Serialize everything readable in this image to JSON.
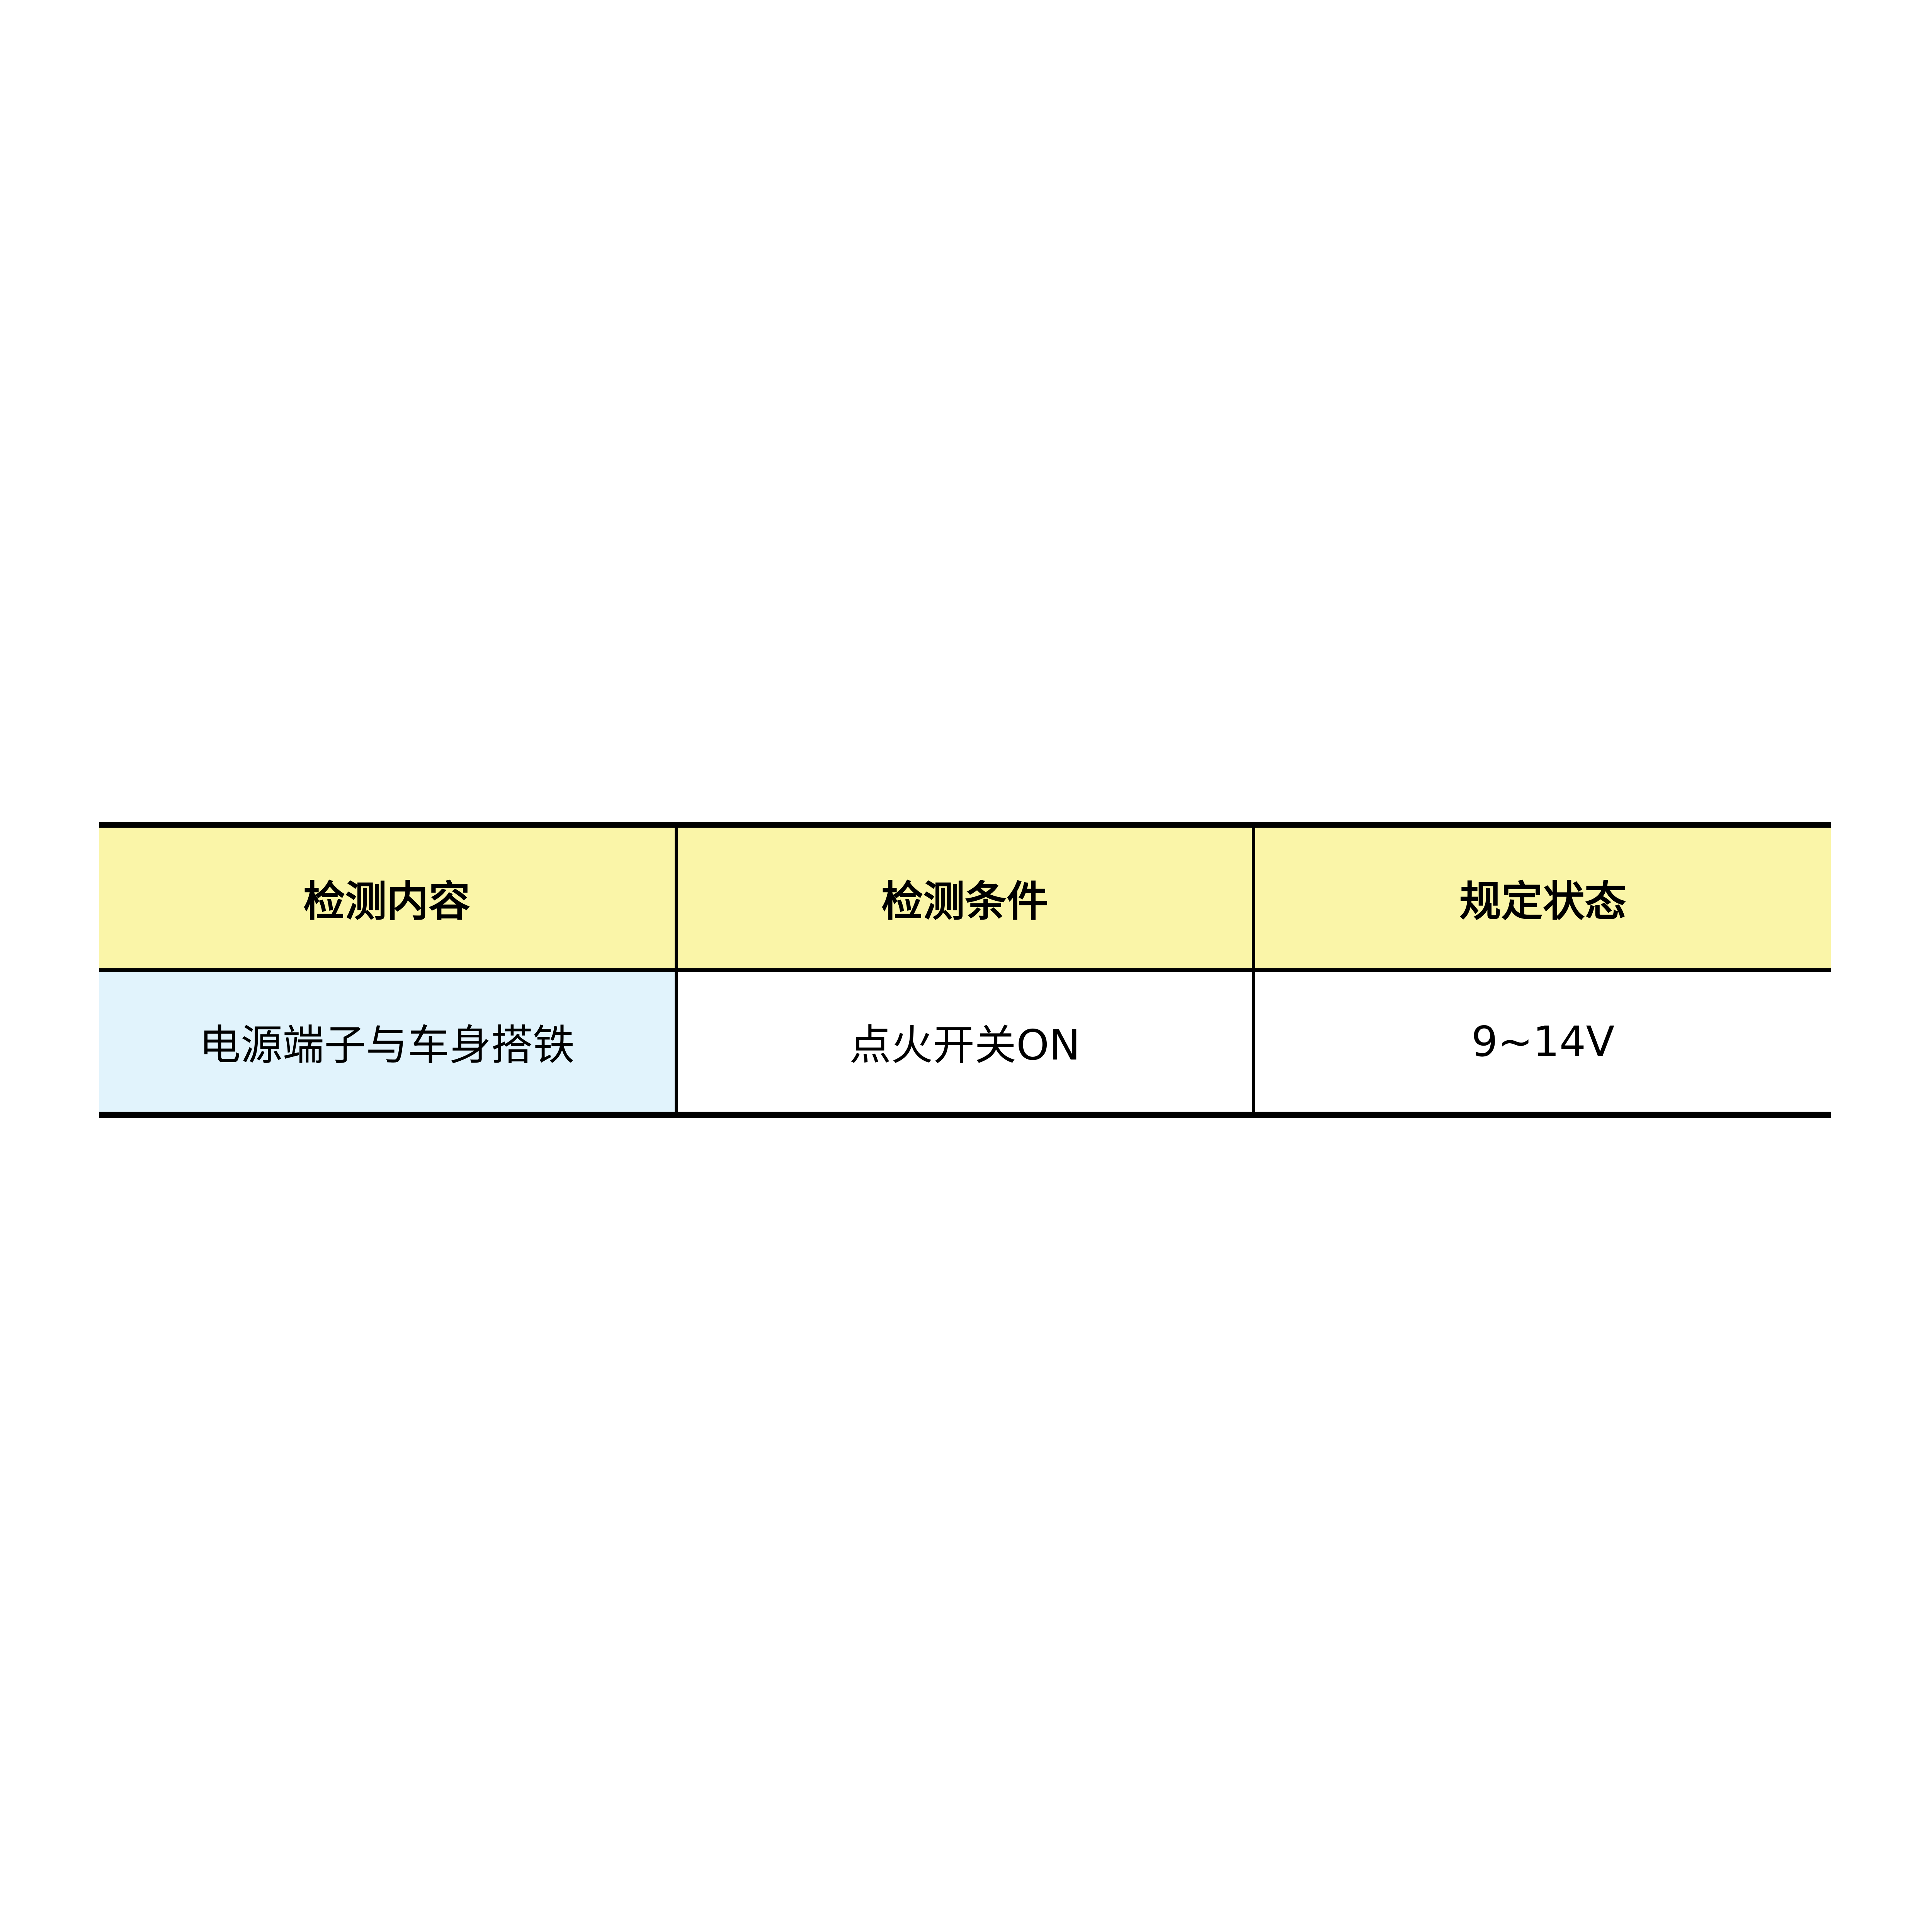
{
  "table": {
    "headers": [
      "检测内容",
      "检测条件",
      "规定状态"
    ],
    "rows": [
      [
        "电源端子与车身搭铁",
        "点火开关ON",
        "9~14V"
      ]
    ]
  },
  "colors": {
    "header_bg": "#faf5a8",
    "first_column_bg": "#e1f3fc",
    "border": "#000000"
  }
}
